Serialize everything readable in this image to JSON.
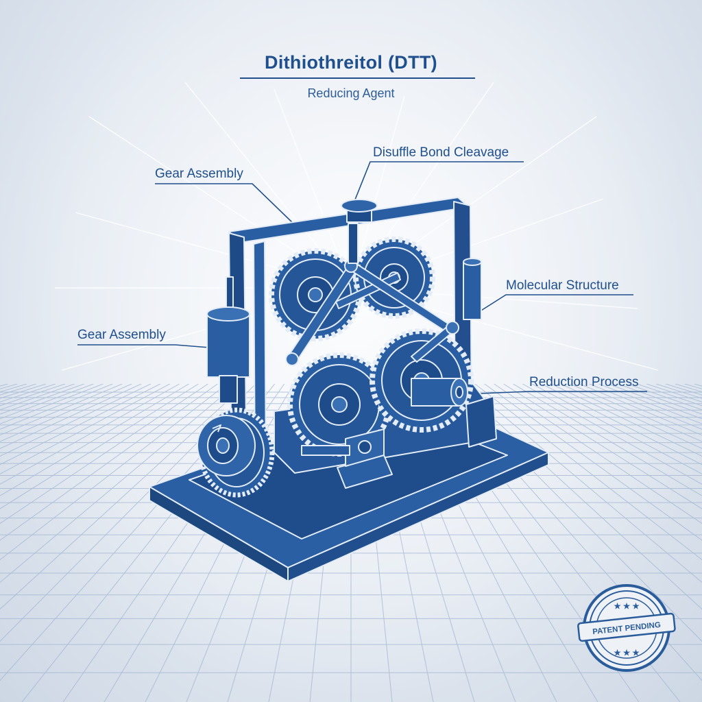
{
  "header": {
    "title": "Dithiothreitol (DTT)",
    "subtitle": "Reducing Agent"
  },
  "callouts": [
    {
      "label": "Gear Assembly"
    },
    {
      "label": "Disuffle Bond Cleavage"
    },
    {
      "label": "Molecular Structure"
    },
    {
      "label": "Gear Assembly"
    },
    {
      "label": "Reduction Process"
    }
  ],
  "stamp": {
    "text": "PATENT PENDING",
    "stars": "★ ★ ★"
  },
  "colors": {
    "blueprint_dark": "#1e4c8a",
    "blueprint_mid": "#2f64a8",
    "blueprint_line": "#dbe6f4",
    "background": "#e6ebf2",
    "grid": "#9fb4d2"
  }
}
